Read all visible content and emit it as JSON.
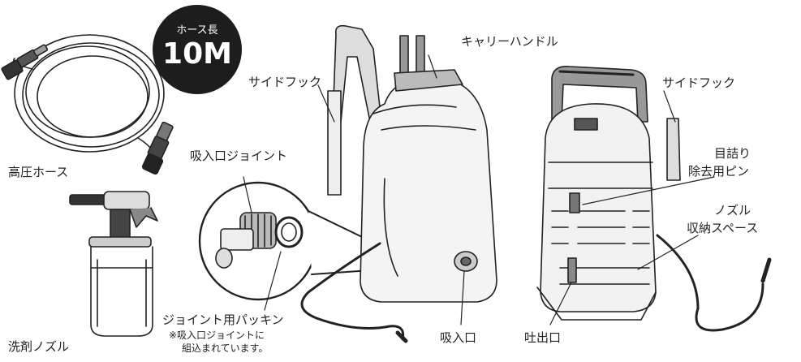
{
  "badge": {
    "line1": "ホース長",
    "line2": "10M"
  },
  "labels": {
    "high_pressure_hose": "高圧ホース",
    "detergent_nozzle": "洗剤ノズル",
    "inlet_joint": "吸入口ジョイント",
    "joint_packing": "ジョイント用パッキン",
    "packing_note_1": "※吸入口ジョイントに",
    "packing_note_2": "組込まれています。",
    "side_hook_left": "サイドフック",
    "carry_handle": "キャリーハンドル",
    "inlet": "吸入口",
    "side_hook_right": "サイドフック",
    "unclog_pin_1": "目詰り",
    "unclog_pin_2": "除去用ピン",
    "nozzle_storage_1": "ノズル",
    "nozzle_storage_2": "収納スペース",
    "outlet": "吐出口"
  }
}
